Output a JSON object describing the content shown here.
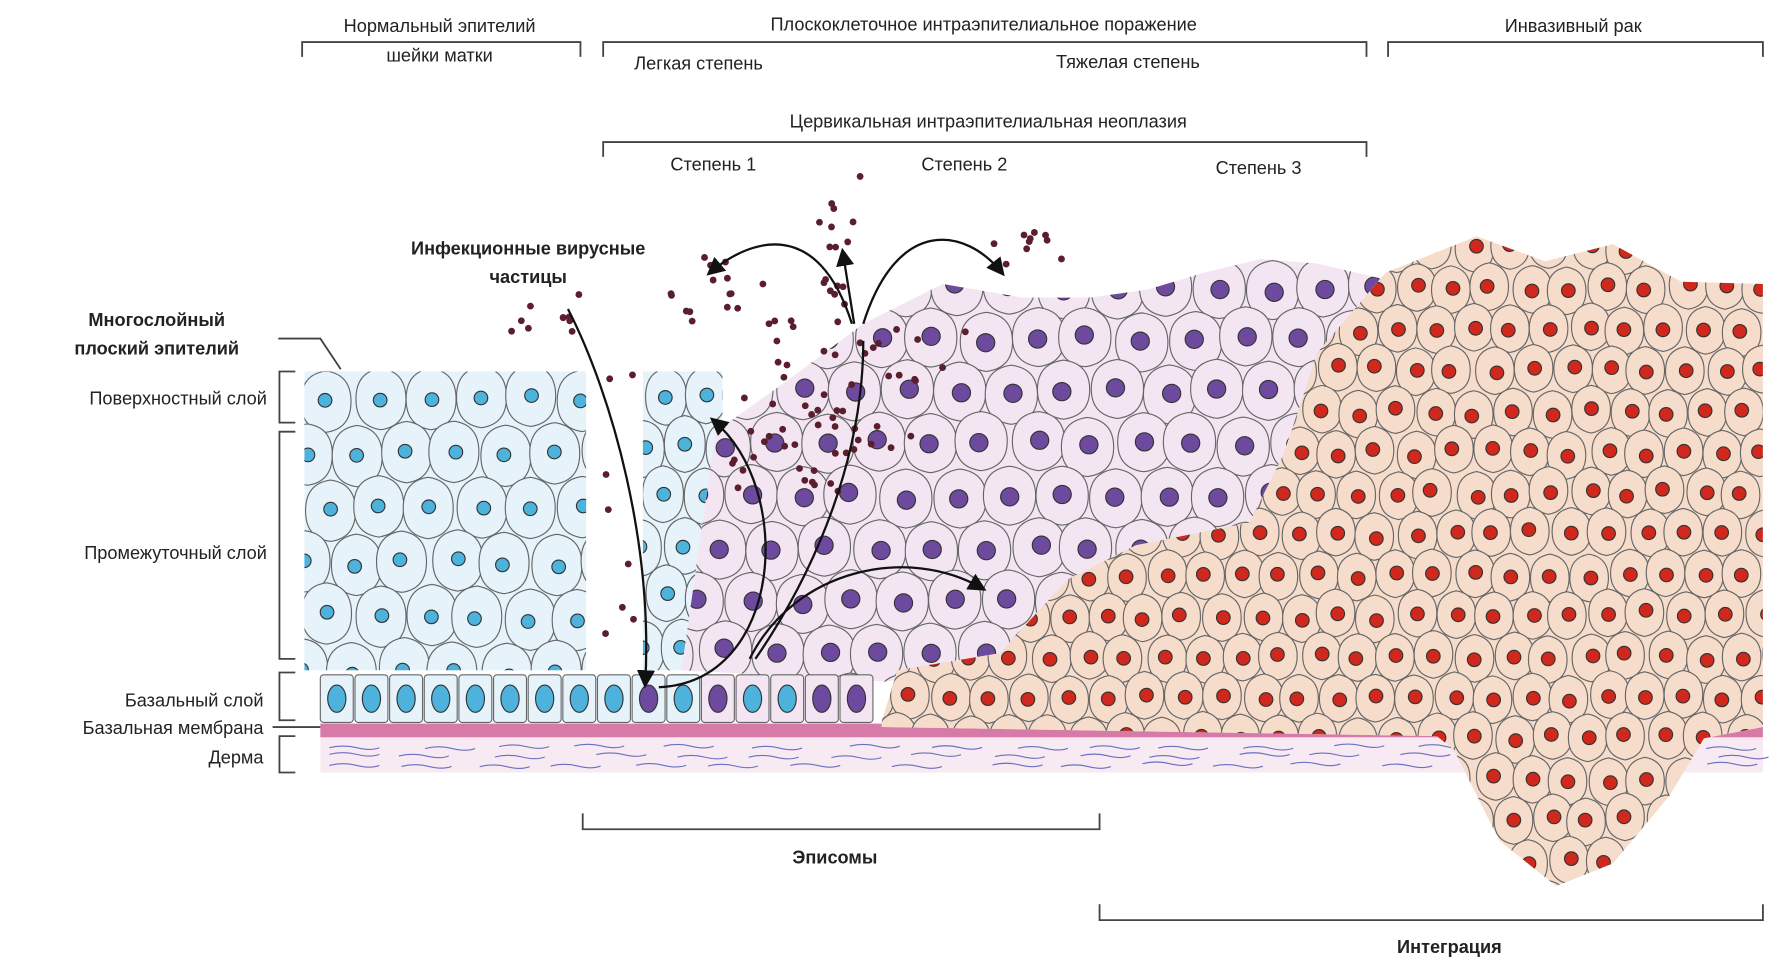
{
  "top": {
    "normal_line1": "Нормальный эпителий",
    "normal_line2": "шейки матки",
    "sil": "Плоскоклеточное интраэпителиальное поражение",
    "low_grade": "Легкая степень",
    "high_grade": "Тяжелая степень",
    "invasive": "Инвазивный рак",
    "cin": "Цервикальная интраэпителиальная неоплазия",
    "grade1": "Степень 1",
    "grade2": "Степень 2",
    "grade3": "Степень 3"
  },
  "virus": {
    "line1": "Инфекционные вирусные",
    "line2": "частицы"
  },
  "layers": {
    "title1": "Многослойный",
    "title2": "плоский эпителий",
    "superficial": "Поверхностный слой",
    "intermediate": "Промежуточный слой",
    "basal": "Базальный слой",
    "membrane": "Базальная мембрана",
    "dermis": "Дерма"
  },
  "bottom": {
    "episomes": "Эписомы",
    "integration": "Интеграция"
  },
  "colors": {
    "normal_cell": "#e6f3fa",
    "normal_nucleus": "#4db3dc",
    "lesion_cell": "#f3e6f2",
    "lesion_nucleus": "#6e4a9e",
    "cancer_cell": "#f6dccb",
    "cancer_nucleus": "#d0281c",
    "virion": "#5a1e2c",
    "membrane": "#d77aa8",
    "dermis": "#f7eaf3"
  }
}
